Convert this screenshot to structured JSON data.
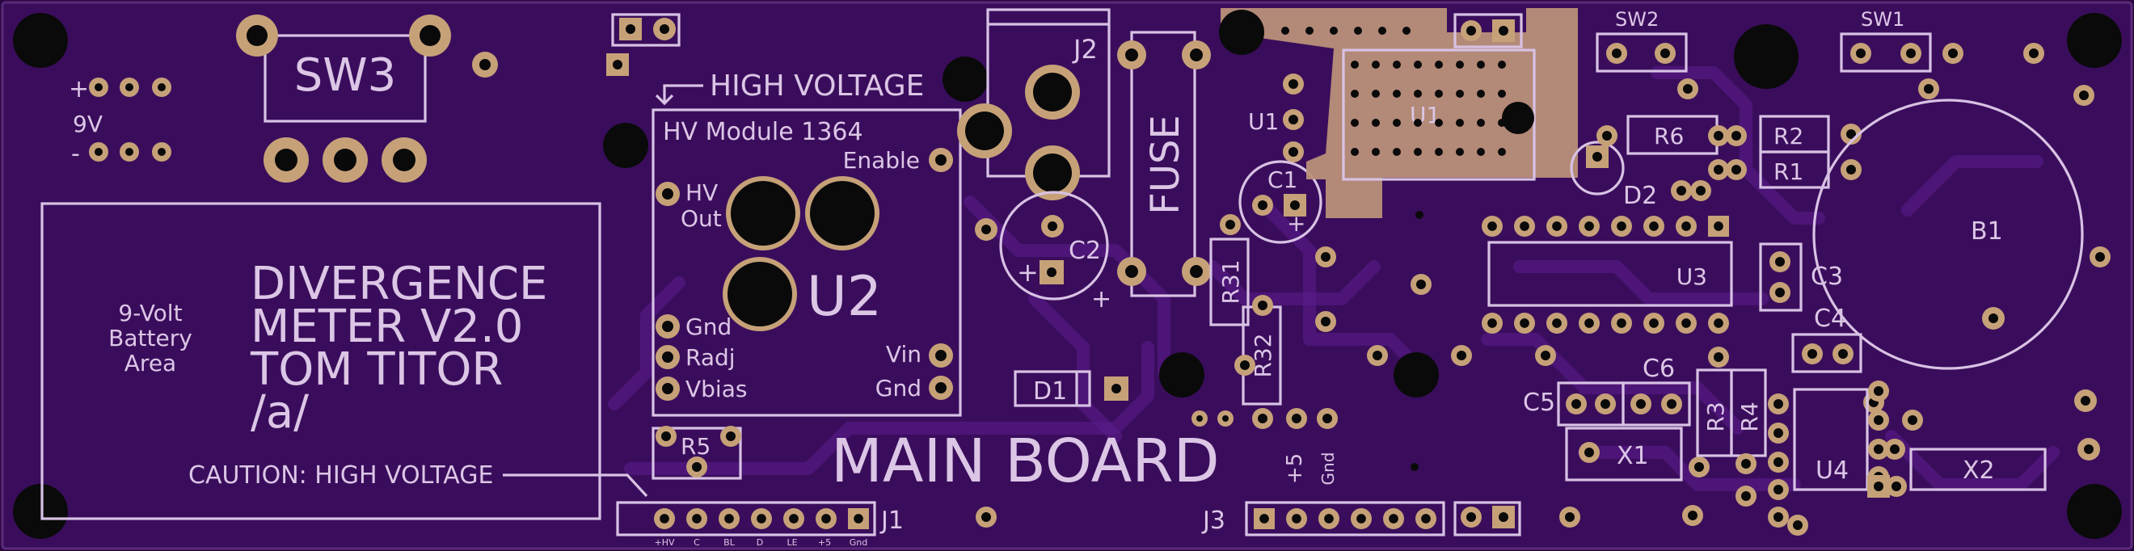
{
  "board": {
    "title": "MAIN BOARD",
    "project": [
      "DIVERGENCE",
      "METER V2.0",
      "TOM TITOR",
      "/a/"
    ],
    "battery_area": [
      "9-Volt",
      "Battery",
      "Area"
    ],
    "caution": "CAUTION: HIGH VOLTAGE",
    "high_voltage": "HIGH VOLTAGE",
    "hv_module": {
      "title": "HV Module 1364",
      "enable": "Enable",
      "hv_out": [
        "HV",
        "Out"
      ],
      "gnd_left": "Gnd",
      "radj": "Radj",
      "vbias": "Vbias",
      "vin": "Vin",
      "gnd_right": "Gnd",
      "ref": "U2"
    },
    "power": {
      "plus": "+",
      "volt": "9V",
      "minus": "-"
    },
    "j1_pins": [
      "+HV",
      "C",
      "BL",
      "D",
      "LE",
      "+5",
      "Gnd"
    ],
    "j3_pins": [
      "+5",
      "Gnd"
    ],
    "labels": {
      "sw3": "SW3",
      "sw2": "SW2",
      "sw1": "SW1",
      "j1": "J1",
      "j2": "J2",
      "j3": "J3",
      "fuse": "FUSE",
      "u1_chip": "U1",
      "u1_reg": "U1",
      "u3": "U3",
      "u4": "U4",
      "c1": "C1",
      "c2": "C2",
      "c3": "C3",
      "c4": "C4",
      "c5": "C5",
      "c6": "C6",
      "d1": "D1",
      "d2": "D2",
      "r1": "R1",
      "r2": "R2",
      "r3": "R3",
      "r4": "R4",
      "r5": "R5",
      "r6": "R6",
      "r31": "R31",
      "r32": "R32",
      "x1": "X1",
      "x2": "X2",
      "b1": "B1",
      "plus": "+"
    }
  },
  "colors": {
    "board": "#3a0d5c",
    "silkscreen": "#dcc6e6",
    "pad": "#c6a178",
    "copper_fill": "#b99079",
    "hole": "#0a0a0a"
  }
}
